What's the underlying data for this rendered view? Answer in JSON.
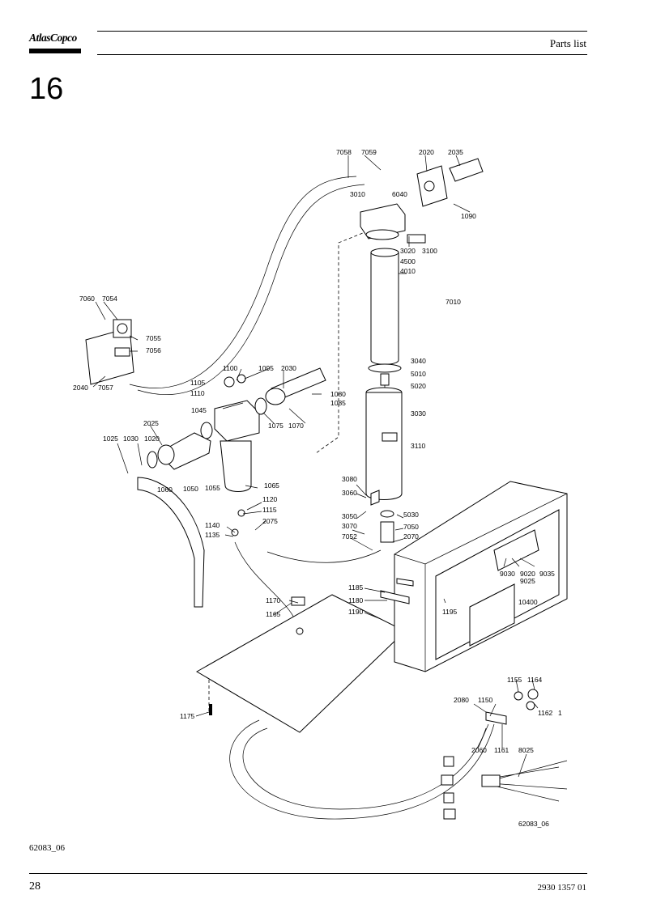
{
  "header": {
    "logo": "AtlasCopco",
    "title": "Parts list"
  },
  "chapter": "16",
  "figure": {
    "ref": "62083_06",
    "inset_ref": "62083_06",
    "callouts": [
      "7058",
      "7059",
      "2020",
      "2035",
      "3010",
      "6040",
      "1090",
      "3020",
      "3100",
      "4500",
      "4010",
      "7010",
      "7060",
      "7054",
      "7055",
      "7056",
      "2040",
      "7057",
      "3040",
      "5010",
      "5020",
      "1100",
      "1095",
      "2030",
      "1105",
      "1110",
      "1080",
      "1085",
      "1045",
      "1075",
      "1070",
      "3030",
      "2025",
      "3110",
      "1025",
      "1030",
      "1020",
      "1060",
      "1050",
      "1055",
      "1065",
      "3080",
      "3060",
      "3050",
      "3070",
      "7052",
      "5030",
      "7050",
      "2070",
      "1120",
      "1115",
      "2075",
      "1140",
      "1135",
      "9030",
      "9020",
      "9035",
      "9025",
      "1185",
      "1180",
      "1190",
      "10400",
      "1195",
      "1170",
      "1165",
      "1155",
      "1164",
      "1162",
      "1",
      "2080",
      "1150",
      "2060",
      "1161",
      "8025",
      "1175"
    ]
  },
  "footer": {
    "page": "28",
    "doc_no": "2930 1357 01"
  }
}
